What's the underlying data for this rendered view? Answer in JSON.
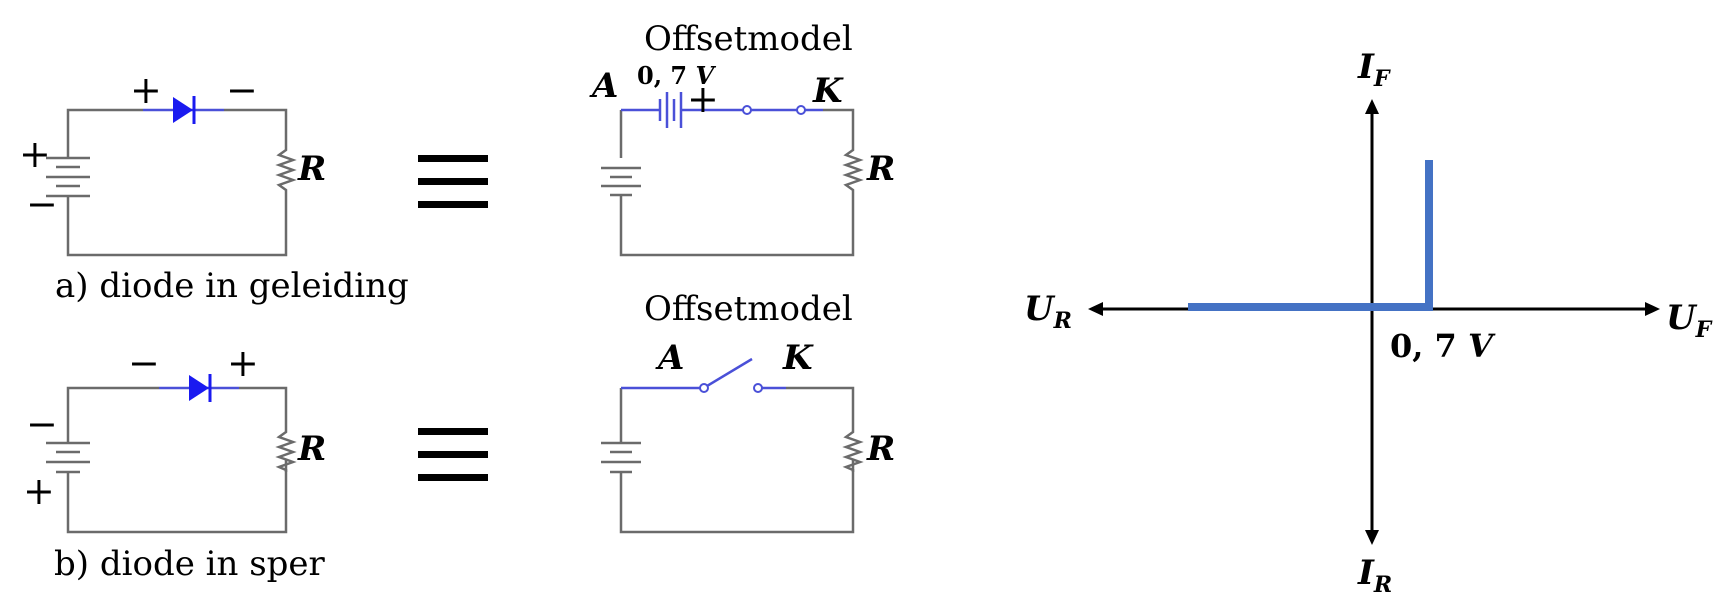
{
  "caption_a": "a) diode in geleiding",
  "caption_b": "b) diode in sper",
  "model_title_top": "Offsetmodel",
  "model_title_bottom": "Offsetmodel",
  "resistor_label": "R",
  "anode_label": "A",
  "cathode_label": "K",
  "offset_voltage": "0, 7 V",
  "offset_voltage_parts": {
    "num": "0, 7",
    "unit": "V"
  },
  "plus": "+",
  "minus": "−",
  "equivalence_symbol": "≡",
  "axis": {
    "up_main": "I",
    "up_sub": "F",
    "down_main": "I",
    "down_sub": "R",
    "left_main": "U",
    "left_sub": "R",
    "right_main": "U",
    "right_sub": "F"
  },
  "curve_color": "#4472c4"
}
